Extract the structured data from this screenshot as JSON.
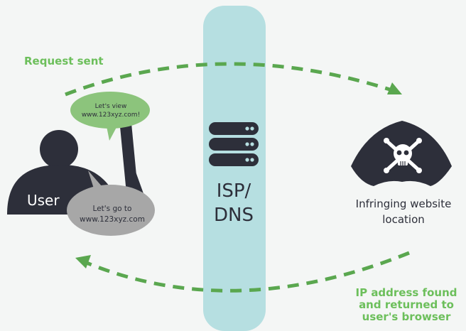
{
  "labels": {
    "request_sent": "Request sent",
    "ip_returned": "IP address found and returned to user's browser",
    "user": "User",
    "isp_dns": "ISP/ DNS",
    "site": "Infringing website location"
  },
  "bubbles": {
    "green": "Let's view www.123xyz.com!",
    "grey": "Let's go to www.123xyz.com"
  },
  "icons": {
    "user": "user-silhouette-icon",
    "computer": "computer-monitor-icon",
    "server": "server-stack-icon",
    "pirate": "pirate-hat-skull-icon"
  },
  "colors": {
    "accent_green": "#6cbf5b",
    "isp_pillar": "#b6dfe1",
    "dark": "#2d2f3a",
    "bubble_green": "#8cc47c",
    "bubble_grey": "#a7a7a7"
  }
}
